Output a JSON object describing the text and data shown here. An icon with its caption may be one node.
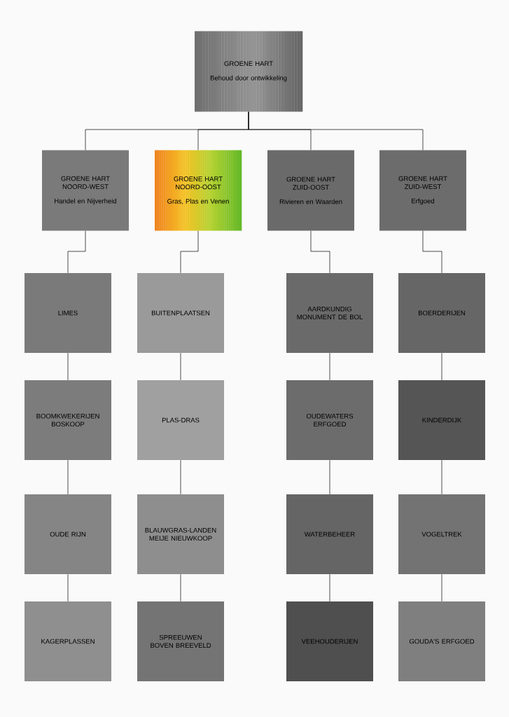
{
  "diagram": {
    "nodes": [
      {
        "text": [
          "GROENE HART",
          "Behoud door ontwikkeling"
        ]
      },
      {
        "text": [
          "GROENE HART NOORD-WEST",
          "Handel en Nijverheid"
        ]
      },
      {
        "text": [
          "GROENE HART NOORD-OOST",
          "Gras, Plas en Venen"
        ]
      },
      {
        "text": [
          "GROENE HART ZUID-OOST",
          "Rivieren en Waarden"
        ]
      },
      {
        "text": [
          "GROENE HART ZUID-WEST",
          "Erfgoed"
        ]
      },
      {
        "text": [
          "LIMES"
        ]
      },
      {
        "text": [
          "BUITENPLAATSEN"
        ]
      },
      {
        "text": [
          "AARDKUNDIG MONUMENT DE BOL"
        ]
      },
      {
        "text": [
          "BOERDERIJEN"
        ]
      },
      {
        "text": [
          "BOOMKWEKERIJEN BOSKOOP"
        ]
      },
      {
        "text": [
          "PLAS-DRAS"
        ]
      },
      {
        "text": [
          "OUDEWATERS ERFGOED"
        ]
      },
      {
        "text": [
          "KINDERDIJK"
        ]
      },
      {
        "text": [
          "OUDE RIJN"
        ]
      },
      {
        "text": [
          "BLAUWGRAS-LANDEN MEIJE NIEUWKOOP"
        ]
      },
      {
        "text": [
          "WATERBEHEER"
        ]
      },
      {
        "text": [
          "VOGELTREK"
        ]
      },
      {
        "text": [
          "KAGERPLASSEN"
        ]
      },
      {
        "text": [
          "SPREEUWEN BOVEN BREEVELD"
        ]
      },
      {
        "text": [
          "VEEHOUDERIJEN"
        ]
      },
      {
        "text": [
          "GOUDA'S ERFGOED"
        ]
      }
    ],
    "edges": [
      {
        "from": 0,
        "to": 1,
        "arrow": "none"
      },
      {
        "from": 0,
        "to": 2,
        "arrow": "none"
      },
      {
        "from": 0,
        "to": 3,
        "arrow": "none"
      },
      {
        "from": 0,
        "to": 4,
        "arrow": "none"
      },
      {
        "from": 1,
        "to": 5,
        "arrow": "none"
      },
      {
        "from": 5,
        "to": 9,
        "arrow": "none"
      },
      {
        "from": 9,
        "to": 13,
        "arrow": "none"
      },
      {
        "from": 13,
        "to": 17,
        "arrow": "none"
      },
      {
        "from": 2,
        "to": 6,
        "arrow": "none"
      },
      {
        "from": 6,
        "to": 10,
        "arrow": "none"
      },
      {
        "from": 10,
        "to": 14,
        "arrow": "none"
      },
      {
        "from": 14,
        "to": 18,
        "arrow": "none"
      },
      {
        "from": 3,
        "to": 7,
        "arrow": "none"
      },
      {
        "from": 7,
        "to": 11,
        "arrow": "none"
      },
      {
        "from": 11,
        "to": 15,
        "arrow": "none"
      },
      {
        "from": 15,
        "to": 19,
        "arrow": "none"
      },
      {
        "from": 4,
        "to": 8,
        "arrow": "none"
      },
      {
        "from": 8,
        "to": 12,
        "arrow": "none"
      },
      {
        "from": 12,
        "to": 16,
        "arrow": "none"
      },
      {
        "from": 16,
        "to": 20,
        "arrow": "none"
      }
    ]
  }
}
